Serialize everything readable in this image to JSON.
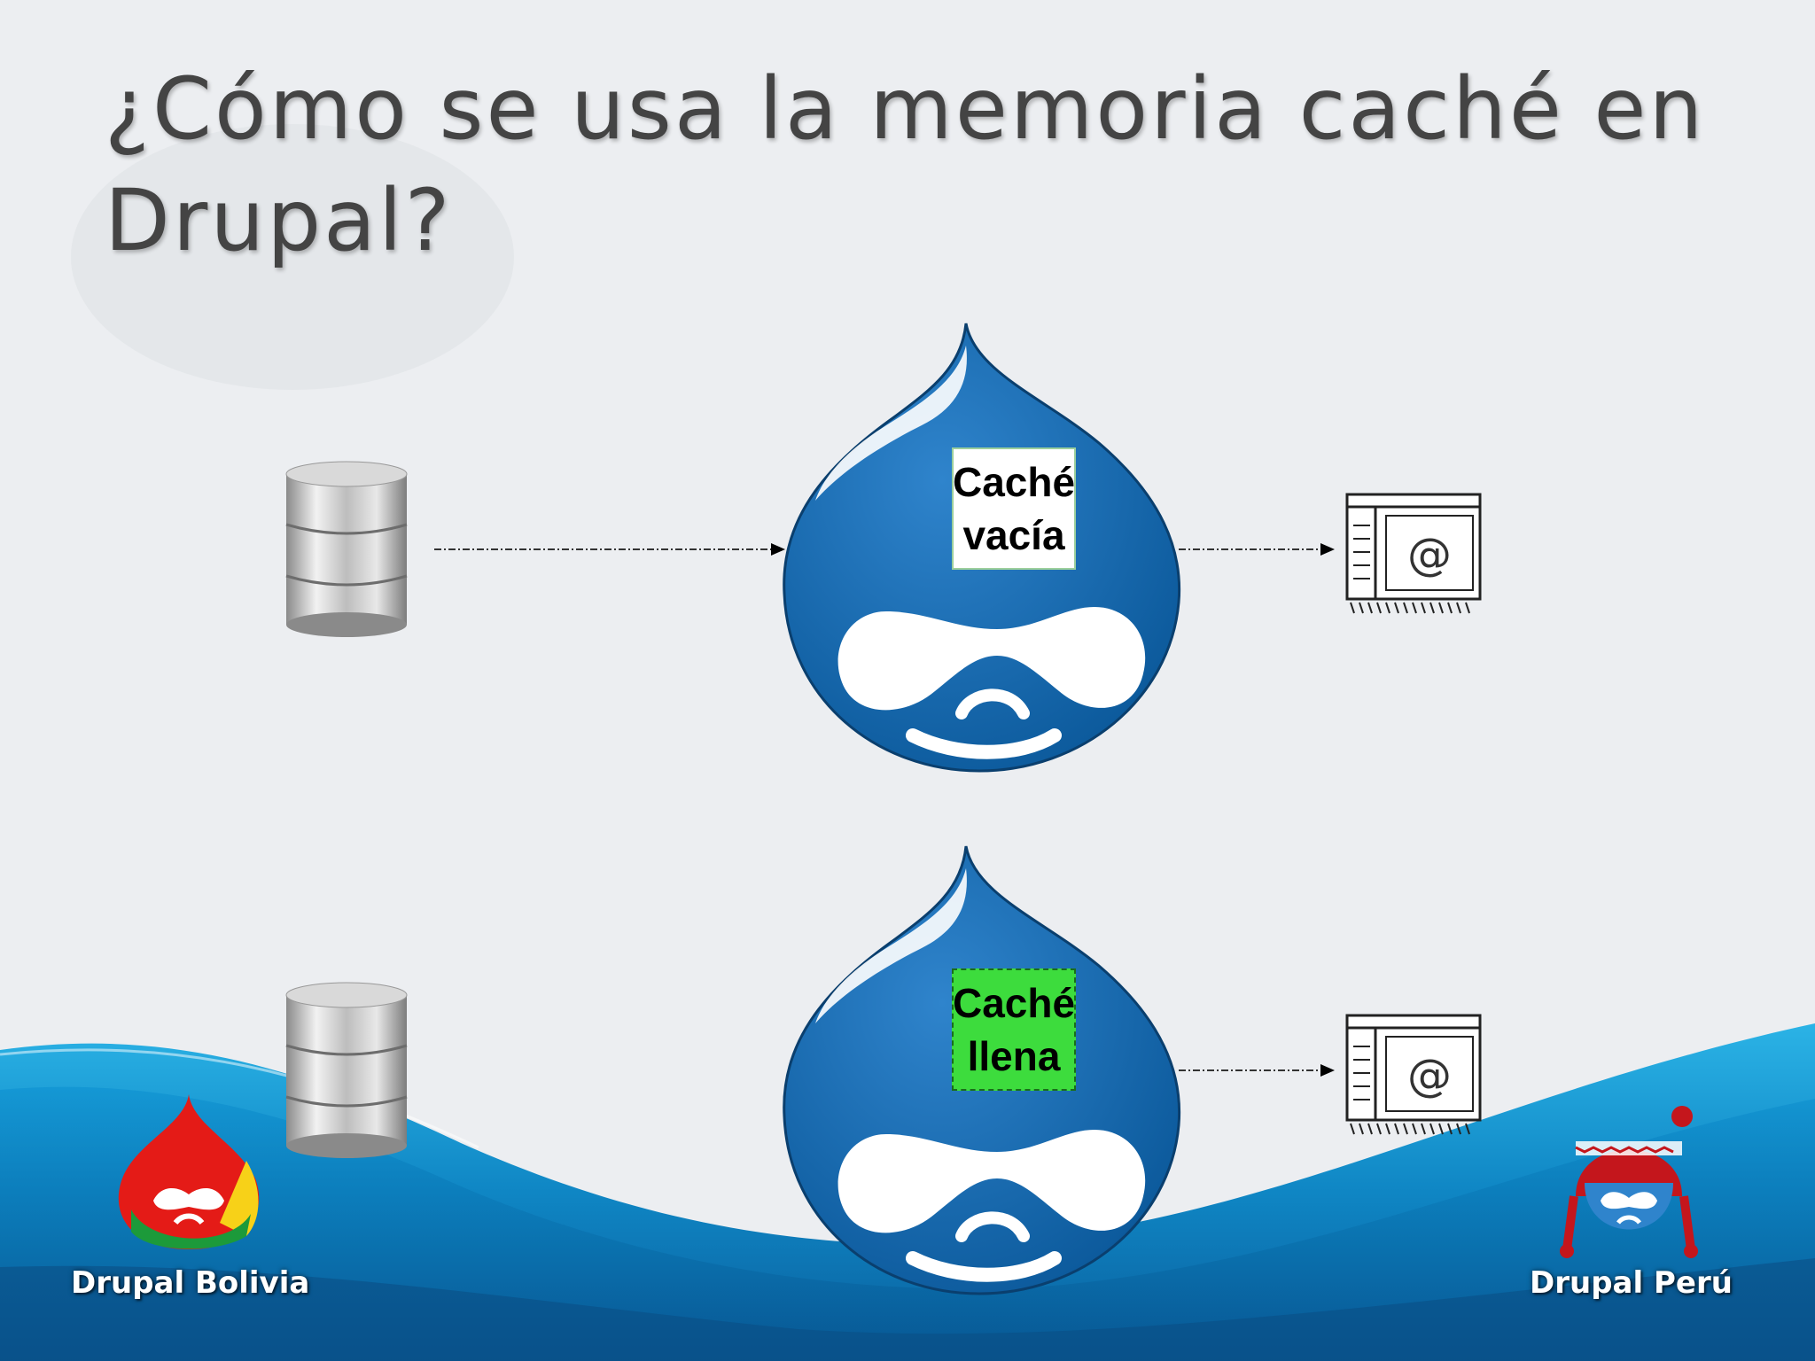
{
  "slide": {
    "title": "¿Cómo se usa la memoria caché en Drupal?"
  },
  "row_top": {
    "cache_label_line1": "Caché",
    "cache_label_line2": "vacía"
  },
  "row_bottom": {
    "cache_label_line1": "Caché",
    "cache_label_line2": "llena"
  },
  "icons": {
    "database": "database-icon",
    "drupal": "drupal-drop-icon",
    "browser": "browser-window-icon",
    "browser_symbol": "@"
  },
  "footer": {
    "left_logo_text": "Drupal Bolivia",
    "right_logo_text": "Drupal Perú"
  },
  "colors": {
    "drop_blue": "#1f6db5",
    "cache_full_green": "#3ddc3d",
    "wave_blue": "#1aa3d6"
  }
}
